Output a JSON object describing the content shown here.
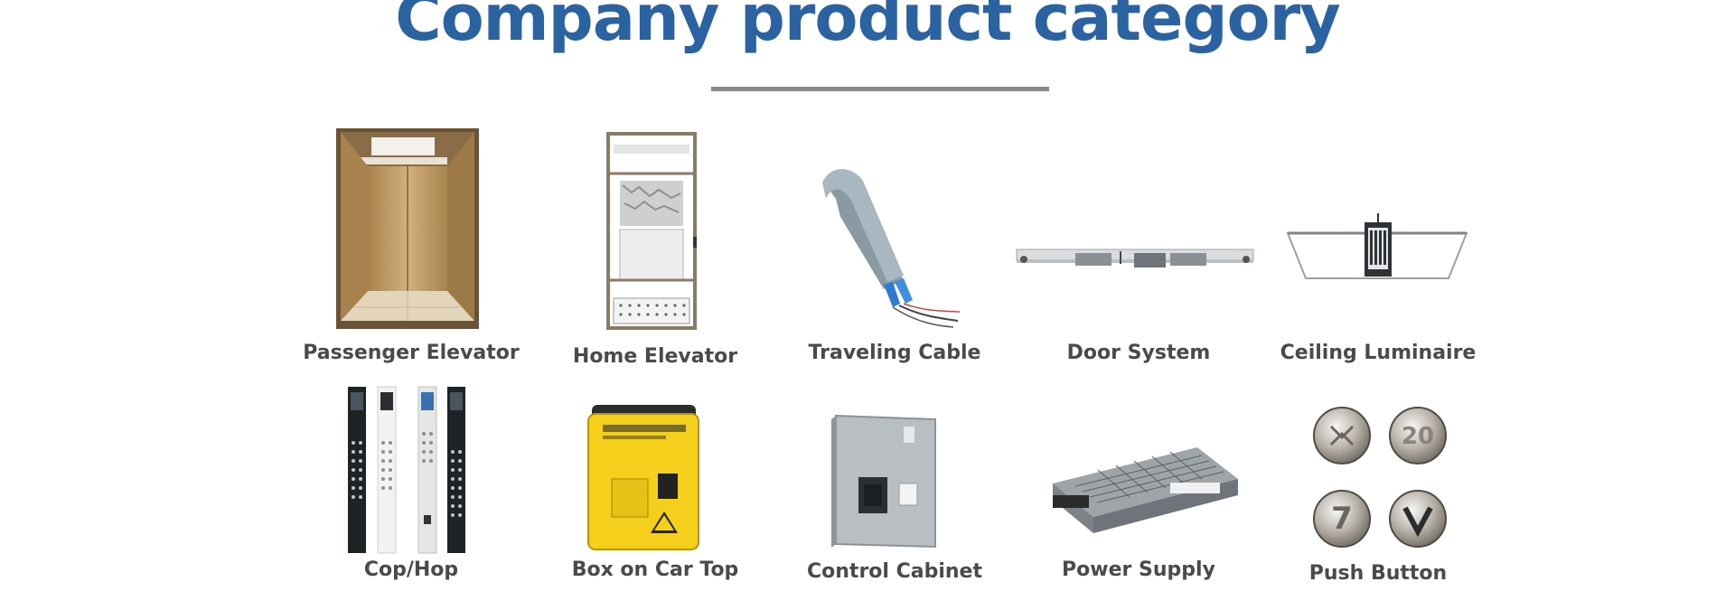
{
  "page": {
    "title": "Company product category",
    "colors": {
      "title": "#2b63a2",
      "divider": "#888888",
      "label": "#4a4a4a"
    }
  },
  "products": [
    {
      "label": "Passenger Elevator",
      "icon": "passenger-elevator-image"
    },
    {
      "label": "Home Elevator",
      "icon": "home-elevator-image"
    },
    {
      "label": "Traveling Cable",
      "icon": "traveling-cable-image"
    },
    {
      "label": "Door System",
      "icon": "door-system-image"
    },
    {
      "label": "Ceiling Luminaire",
      "icon": "ceiling-luminaire-image"
    },
    {
      "label": "Cop/Hop",
      "icon": "cop-hop-panel-image"
    },
    {
      "label": "Box on Car Top",
      "icon": "car-top-box-image"
    },
    {
      "label": "Control Cabinet",
      "icon": "control-cabinet-image"
    },
    {
      "label": "Power Supply",
      "icon": "power-supply-image"
    },
    {
      "label": "Push Button",
      "icon": "push-button-image"
    }
  ]
}
